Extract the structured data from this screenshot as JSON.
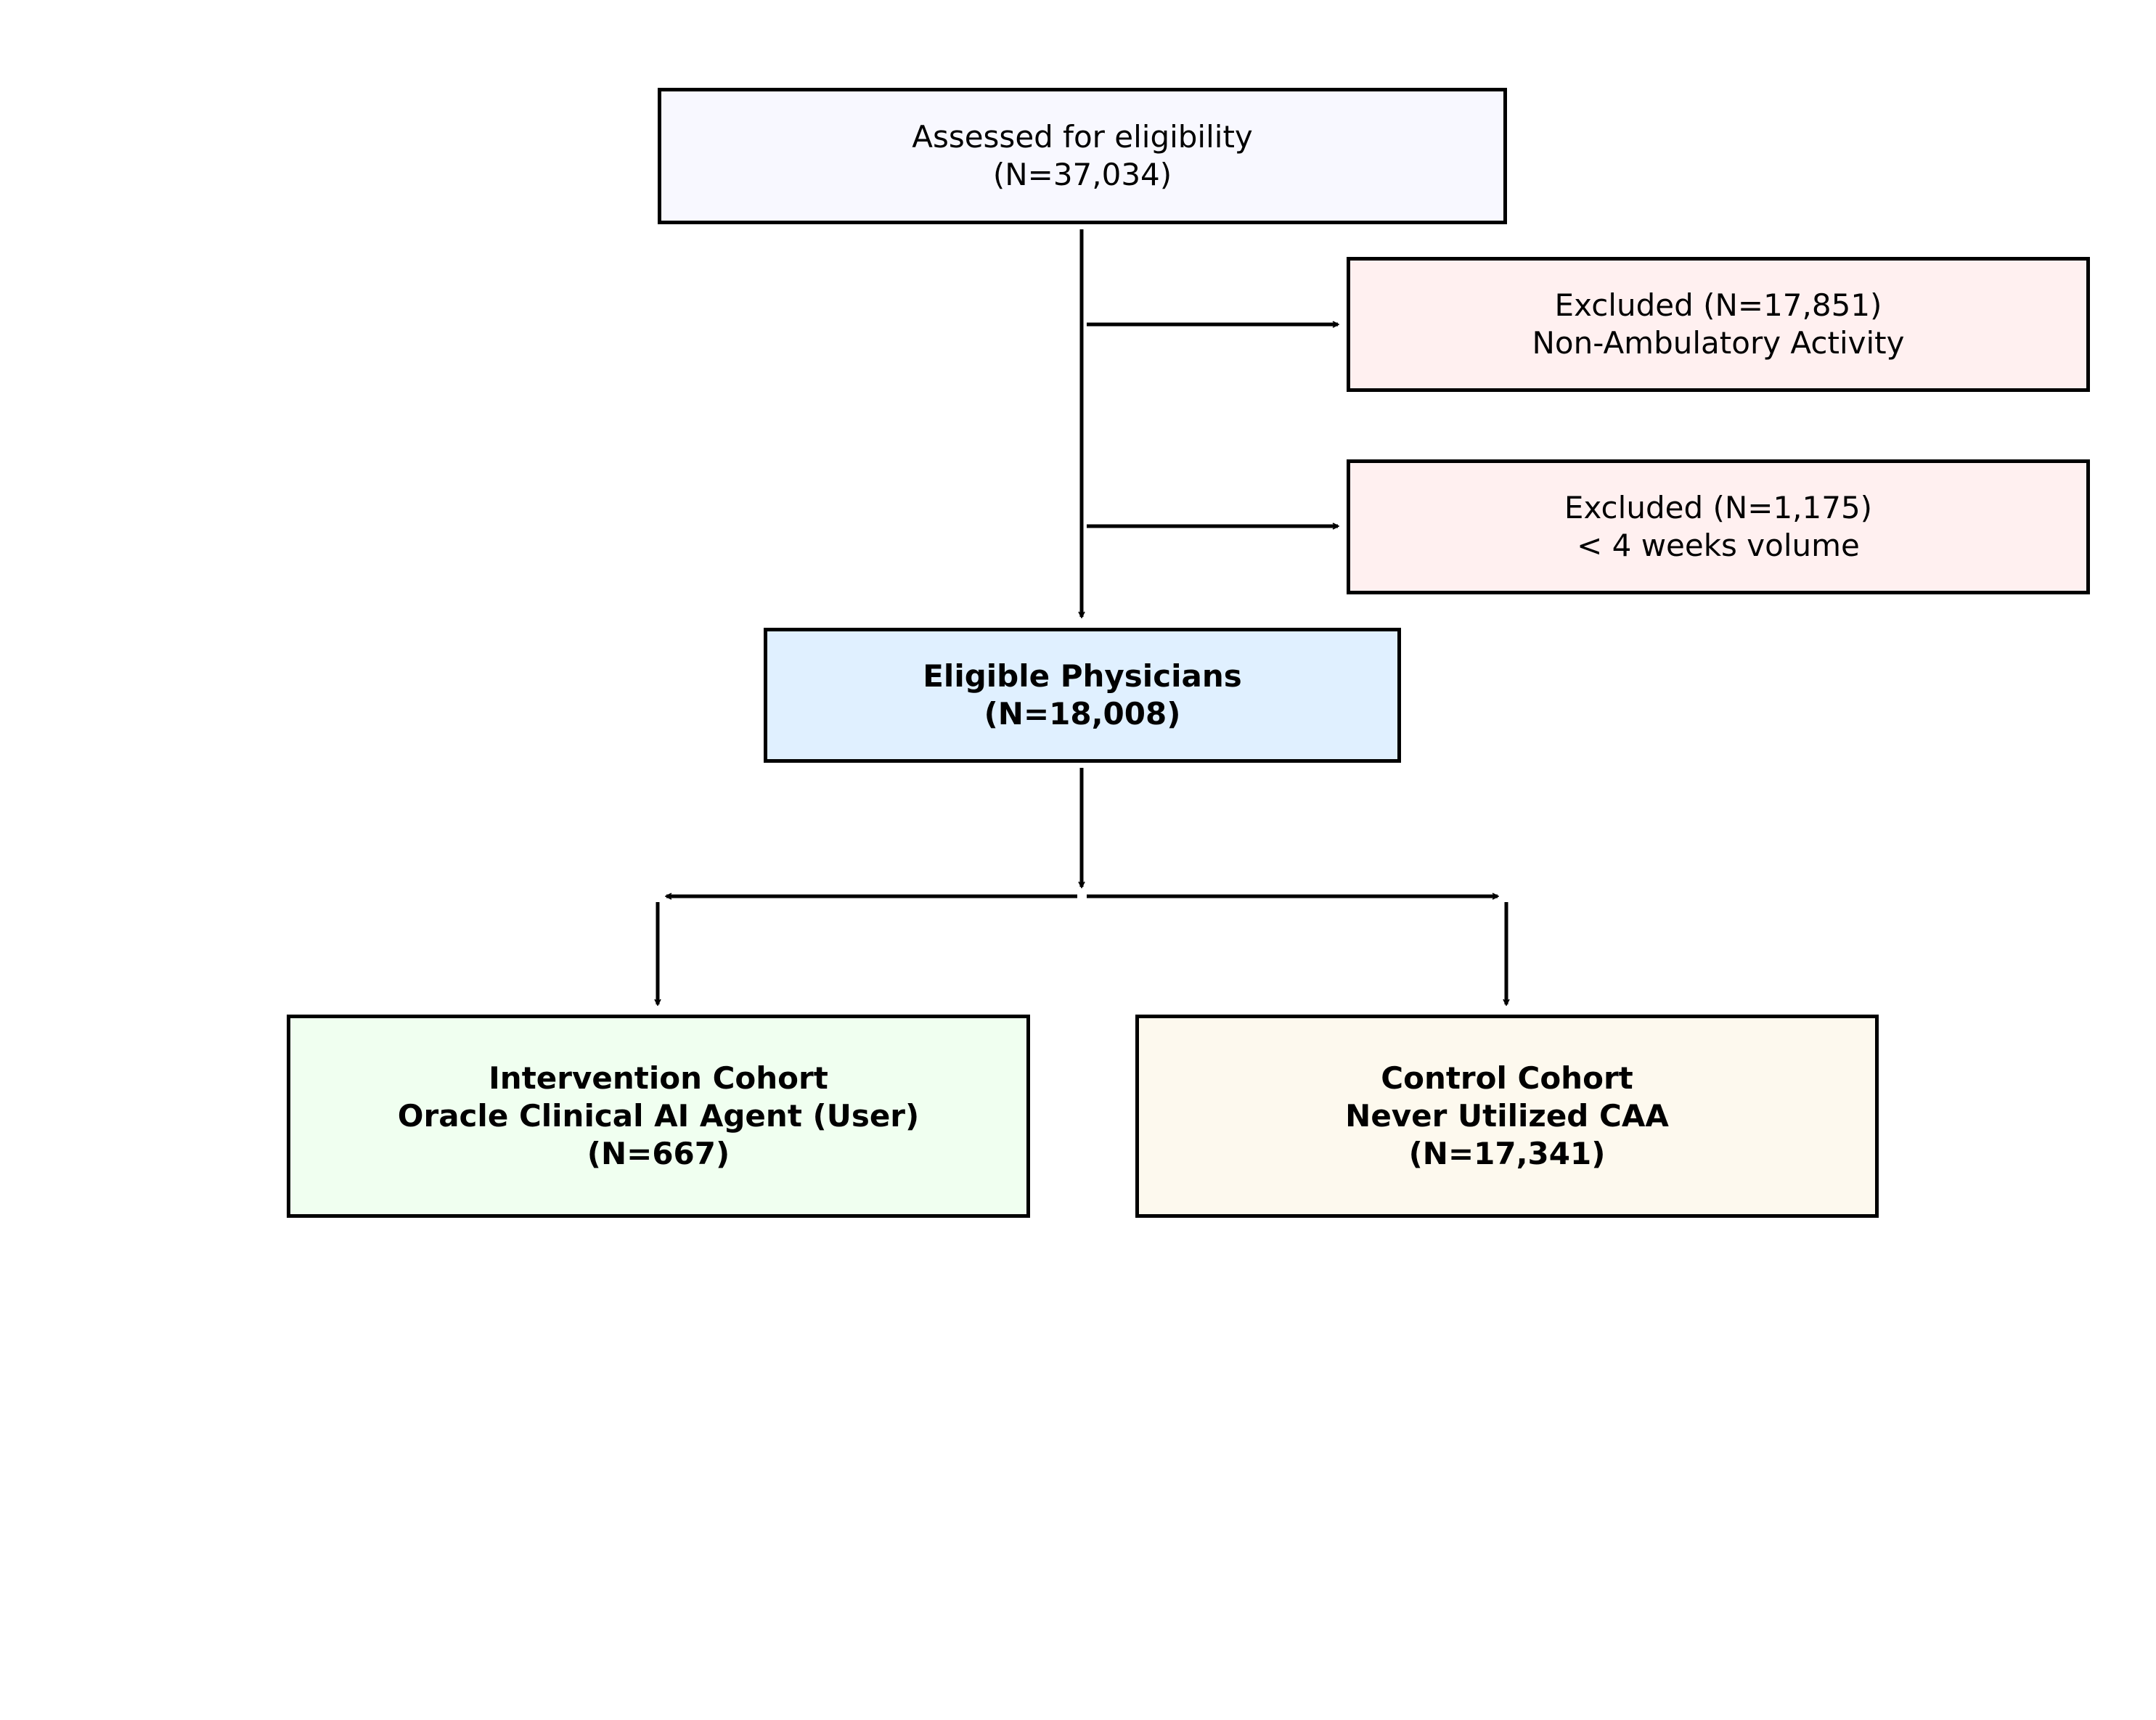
{
  "nodes": {
    "assessed": {
      "lines": [
        "Assessed for eligibility",
        "(N=37,034)"
      ],
      "fill": "#f8f8ff"
    },
    "excluded_1": {
      "lines": [
        "Excluded (N=17,851)",
        "Non-Ambulatory Activity"
      ],
      "fill": "#fff0f0"
    },
    "excluded_2": {
      "lines": [
        "Excluded (N=1,175)",
        "< 4 weeks volume"
      ],
      "fill": "#fff0f0"
    },
    "eligible": {
      "lines": [
        "Eligible Physicians",
        "(N=18,008)"
      ],
      "fill": "#e0f0ff"
    },
    "intervention": {
      "lines": [
        "Intervention Cohort",
        "Oracle Clinical AI Agent (User)",
        "(N=667)"
      ],
      "fill": "#f0fff0"
    },
    "control": {
      "lines": [
        "Control Cohort",
        "Never Utilized CAA",
        "(N=17,341)"
      ],
      "fill": "#fdf9ee"
    }
  },
  "edges": [
    {
      "from": "assessed",
      "to": "eligible"
    },
    {
      "from": "assessed",
      "to": "excluded_1"
    },
    {
      "from": "assessed",
      "to": "excluded_2"
    },
    {
      "from": "eligible",
      "to": "intervention"
    },
    {
      "from": "eligible",
      "to": "control"
    }
  ]
}
